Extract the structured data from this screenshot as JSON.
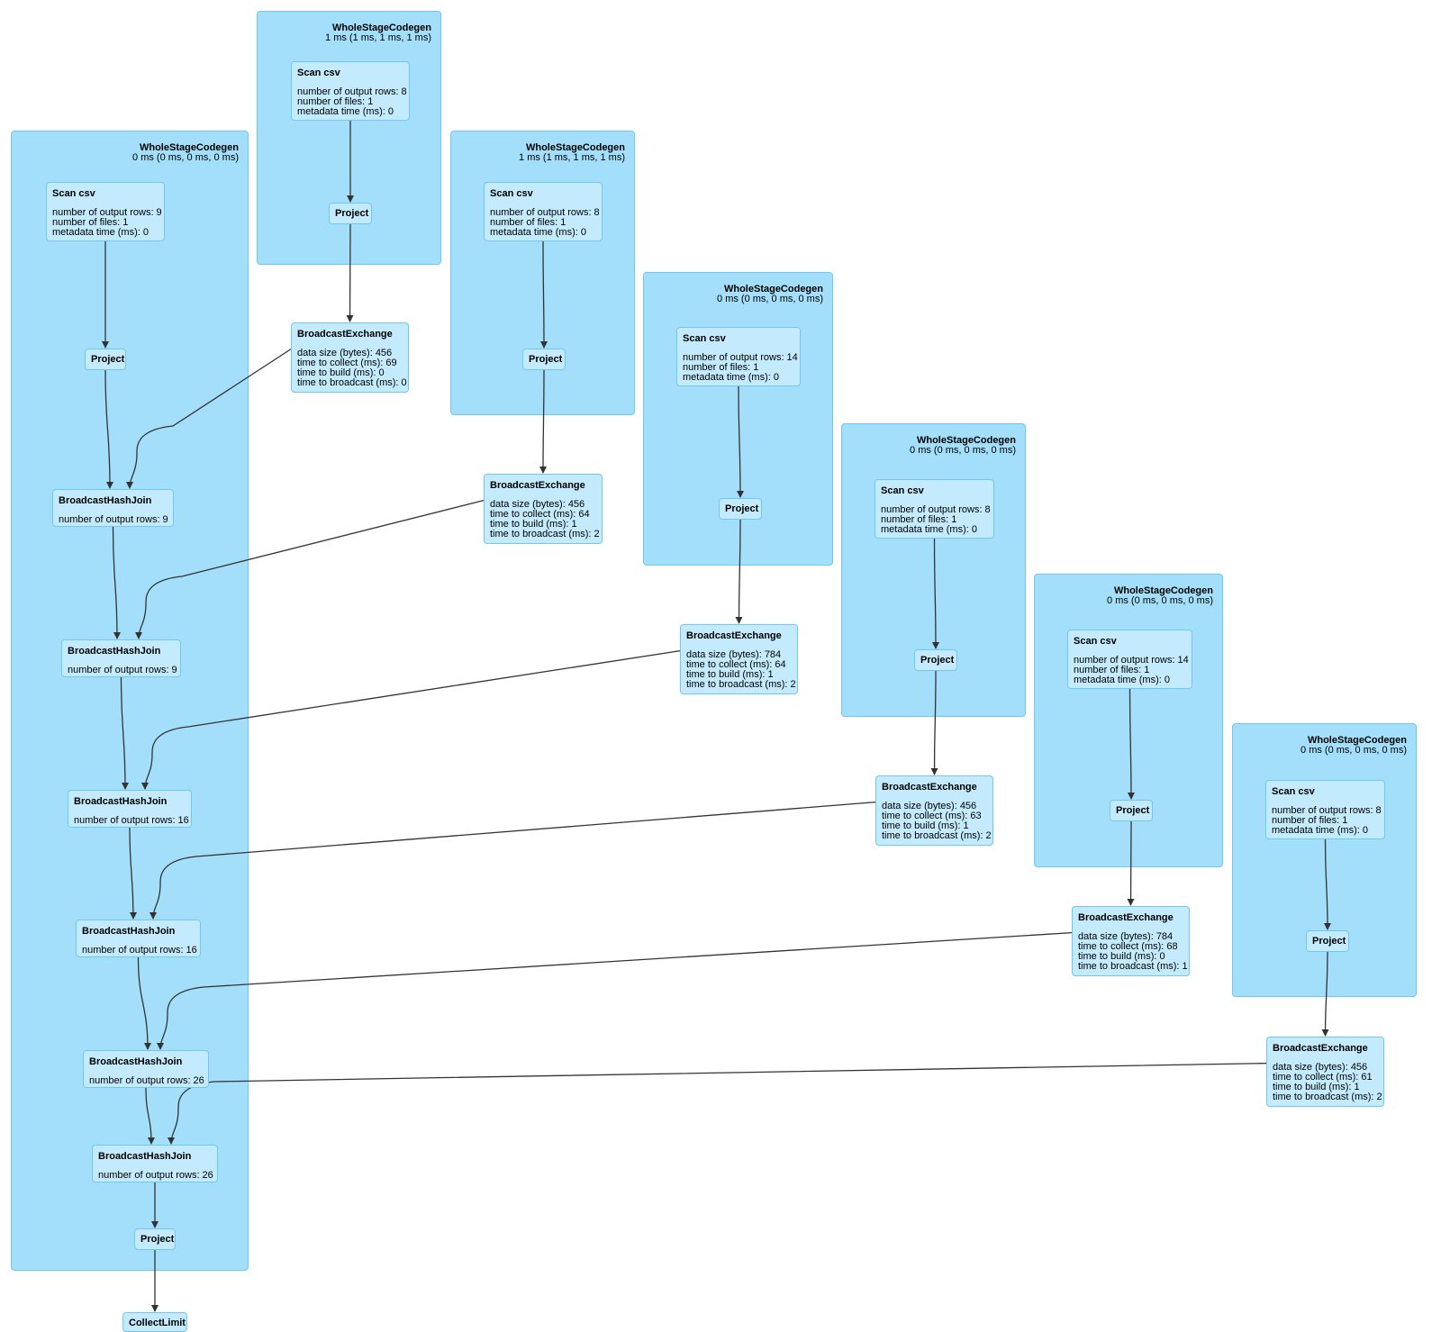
{
  "colors": {
    "cluster_fill": "#a3dffa",
    "node_fill": "#c4ebfd",
    "border": "#6fc8ef",
    "edge": "#333333"
  },
  "clusters": [
    {
      "title": "WholeStageCodegen",
      "subtitle": "0 ms (0 ms, 0 ms, 0 ms)"
    },
    {
      "title": "WholeStageCodegen",
      "subtitle": "1 ms (1 ms, 1 ms, 1 ms)"
    },
    {
      "title": "WholeStageCodegen",
      "subtitle": "1 ms (1 ms, 1 ms, 1 ms)"
    },
    {
      "title": "WholeStageCodegen",
      "subtitle": "0 ms (0 ms, 0 ms, 0 ms)"
    },
    {
      "title": "WholeStageCodegen",
      "subtitle": "0 ms (0 ms, 0 ms, 0 ms)"
    },
    {
      "title": "WholeStageCodegen",
      "subtitle": "0 ms (0 ms, 0 ms, 0 ms)"
    },
    {
      "title": "WholeStageCodegen",
      "subtitle": "0 ms (0 ms, 0 ms, 0 ms)"
    }
  ],
  "nodes": {
    "scan_a": {
      "title": "Scan csv",
      "lines": [
        "number of output rows: 9",
        "number of files: 1",
        "metadata time (ms): 0"
      ]
    },
    "project_a": {
      "title": "Project"
    },
    "bhj_1": {
      "title": "BroadcastHashJoin",
      "lines": [
        "number of output rows: 9"
      ]
    },
    "bhj_2": {
      "title": "BroadcastHashJoin",
      "lines": [
        "number of output rows: 9"
      ]
    },
    "bhj_3": {
      "title": "BroadcastHashJoin",
      "lines": [
        "number of output rows: 16"
      ]
    },
    "bhj_4": {
      "title": "BroadcastHashJoin",
      "lines": [
        "number of output rows: 16"
      ]
    },
    "bhj_5": {
      "title": "BroadcastHashJoin",
      "lines": [
        "number of output rows: 26"
      ]
    },
    "bhj_6": {
      "title": "BroadcastHashJoin",
      "lines": [
        "number of output rows: 26"
      ]
    },
    "project_final": {
      "title": "Project"
    },
    "collect_limit": {
      "title": "CollectLimit"
    },
    "scan_b": {
      "title": "Scan csv",
      "lines": [
        "number of output rows: 8",
        "number of files: 1",
        "metadata time (ms): 0"
      ]
    },
    "project_b": {
      "title": "Project"
    },
    "bex_b": {
      "title": "BroadcastExchange",
      "lines": [
        "data size (bytes): 456",
        "time to collect (ms): 69",
        "time to build (ms): 0",
        "time to broadcast (ms): 0"
      ]
    },
    "scan_c": {
      "title": "Scan csv",
      "lines": [
        "number of output rows: 8",
        "number of files: 1",
        "metadata time (ms): 0"
      ]
    },
    "project_c": {
      "title": "Project"
    },
    "bex_c": {
      "title": "BroadcastExchange",
      "lines": [
        "data size (bytes): 456",
        "time to collect (ms): 64",
        "time to build (ms): 1",
        "time to broadcast (ms): 2"
      ]
    },
    "scan_d": {
      "title": "Scan csv",
      "lines": [
        "number of output rows: 14",
        "number of files: 1",
        "metadata time (ms): 0"
      ]
    },
    "project_d": {
      "title": "Project"
    },
    "bex_d": {
      "title": "BroadcastExchange",
      "lines": [
        "data size (bytes): 784",
        "time to collect (ms): 64",
        "time to build (ms): 1",
        "time to broadcast (ms): 2"
      ]
    },
    "scan_e": {
      "title": "Scan csv",
      "lines": [
        "number of output rows: 8",
        "number of files: 1",
        "metadata time (ms): 0"
      ]
    },
    "project_e": {
      "title": "Project"
    },
    "bex_e": {
      "title": "BroadcastExchange",
      "lines": [
        "data size (bytes): 456",
        "time to collect (ms): 63",
        "time to build (ms): 1",
        "time to broadcast (ms): 2"
      ]
    },
    "scan_f": {
      "title": "Scan csv",
      "lines": [
        "number of output rows: 14",
        "number of files: 1",
        "metadata time (ms): 0"
      ]
    },
    "project_f": {
      "title": "Project"
    },
    "bex_f": {
      "title": "BroadcastExchange",
      "lines": [
        "data size (bytes): 784",
        "time to collect (ms): 68",
        "time to build (ms): 0",
        "time to broadcast (ms): 1"
      ]
    },
    "scan_g": {
      "title": "Scan csv",
      "lines": [
        "number of output rows: 8",
        "number of files: 1",
        "metadata time (ms): 0"
      ]
    },
    "project_g": {
      "title": "Project"
    },
    "bex_g": {
      "title": "BroadcastExchange",
      "lines": [
        "data size (bytes): 456",
        "time to collect (ms): 61",
        "time to build (ms): 1",
        "time to broadcast (ms): 2"
      ]
    }
  },
  "edges": [
    [
      "scan_a",
      "project_a"
    ],
    [
      "project_a",
      "bhj_1"
    ],
    [
      "bhj_1",
      "bhj_2"
    ],
    [
      "bhj_2",
      "bhj_3"
    ],
    [
      "bhj_3",
      "bhj_4"
    ],
    [
      "bhj_4",
      "bhj_5"
    ],
    [
      "bhj_5",
      "bhj_6"
    ],
    [
      "bhj_6",
      "project_final"
    ],
    [
      "project_final",
      "collect_limit"
    ],
    [
      "scan_b",
      "project_b"
    ],
    [
      "project_b",
      "bex_b"
    ],
    [
      "bex_b",
      "bhj_1"
    ],
    [
      "scan_c",
      "project_c"
    ],
    [
      "project_c",
      "bex_c"
    ],
    [
      "bex_c",
      "bhj_2"
    ],
    [
      "scan_d",
      "project_d"
    ],
    [
      "project_d",
      "bex_d"
    ],
    [
      "bex_d",
      "bhj_3"
    ],
    [
      "scan_e",
      "project_e"
    ],
    [
      "project_e",
      "bex_e"
    ],
    [
      "bex_e",
      "bhj_4"
    ],
    [
      "scan_f",
      "project_f"
    ],
    [
      "project_f",
      "bex_f"
    ],
    [
      "bex_f",
      "bhj_5"
    ],
    [
      "scan_g",
      "project_g"
    ],
    [
      "project_g",
      "bex_g"
    ],
    [
      "bex_g",
      "bhj_6"
    ]
  ]
}
